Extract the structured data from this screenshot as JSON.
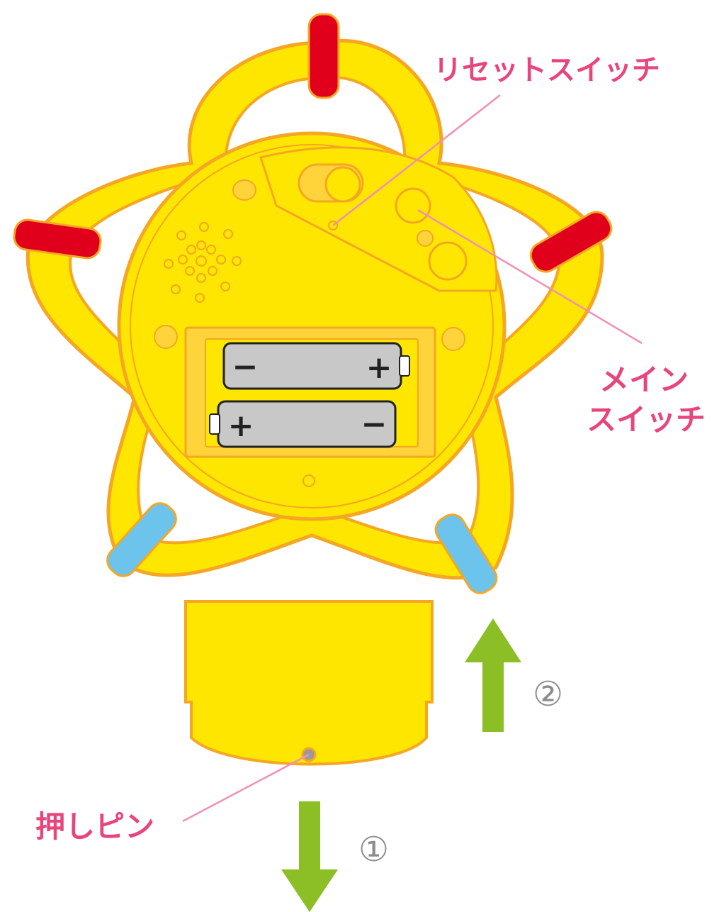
{
  "labels": {
    "reset_switch": "リセットスイッチ",
    "main_switch_line1": "メイン",
    "main_switch_line2": "スイッチ",
    "push_pin": "押しピン"
  },
  "steps": {
    "step1": "①",
    "step2": "②"
  },
  "battery_top": {
    "left_sign": "−",
    "right_sign": "+"
  },
  "battery_bottom": {
    "left_sign": "+",
    "right_sign": "−"
  },
  "colors": {
    "body_yellow": "#ffe600",
    "outline_orange": "#f5a623",
    "inner_yellow": "#ffd43b",
    "peg_red": "#e0001b",
    "peg_blue": "#6cc4ec",
    "label_pink": "#e8457a",
    "leader_pink": "#f08fb8",
    "arrow_green": "#8cbf26",
    "battery_gray": "#c8c8c8"
  }
}
